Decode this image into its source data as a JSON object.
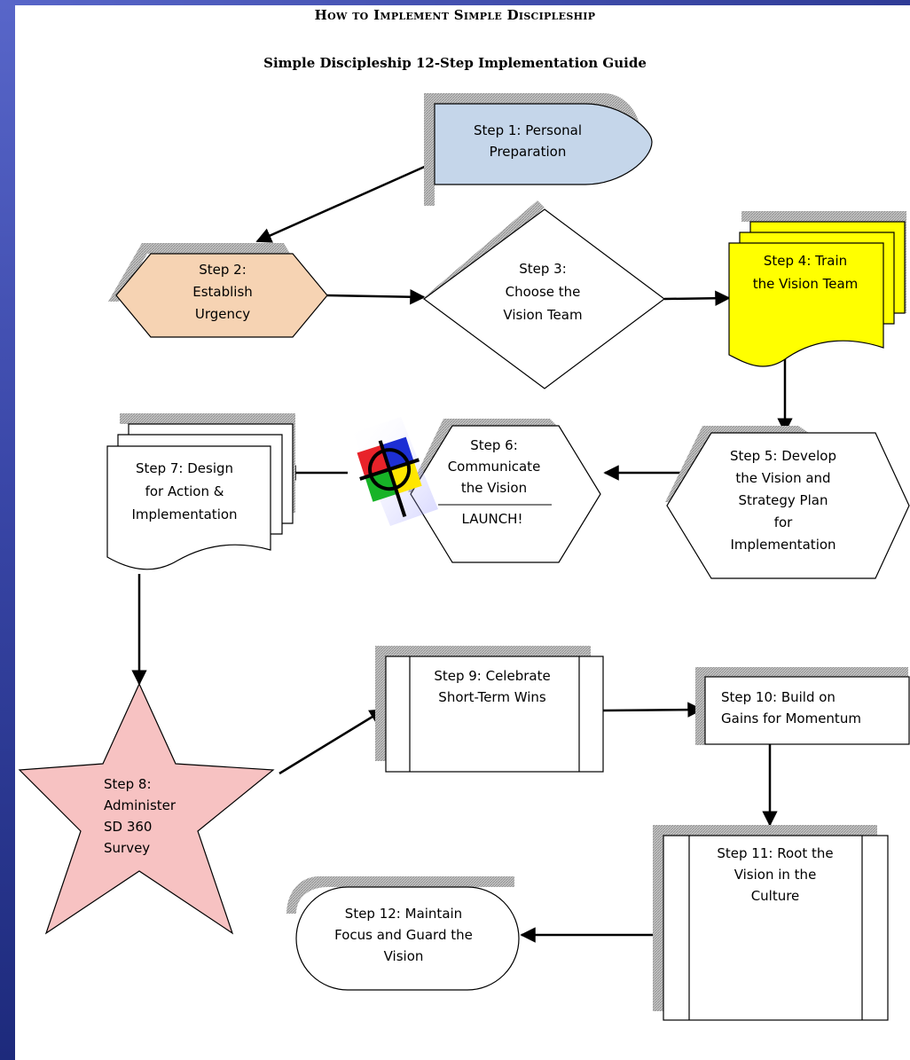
{
  "header": {
    "title": "How to Implement Simple Discipleship",
    "subtitle": "Simple Discipleship 12-Step Implementation Guide"
  },
  "steps": [
    {
      "lines": [
        "Step 1: Personal",
        "Preparation"
      ]
    },
    {
      "lines": [
        "Step 2:",
        "Establish",
        "Urgency"
      ]
    },
    {
      "lines": [
        "Step 3:",
        "Choose the",
        "Vision Team"
      ]
    },
    {
      "lines": [
        "Step 4: Train",
        "the Vision Team"
      ]
    },
    {
      "lines": [
        "Step 5: Develop",
        "the Vision and",
        "Strategy Plan",
        "for",
        "Implementation"
      ]
    },
    {
      "lines": [
        "Step 6:",
        "Communicate",
        "the Vision"
      ],
      "sublabel": "LAUNCH!"
    },
    {
      "lines": [
        "Step 7: Design",
        "for Action &",
        "Implementation"
      ]
    },
    {
      "lines": [
        "Step 8:",
        "Administer",
        "SD 360",
        "Survey"
      ]
    },
    {
      "lines": [
        "Step 9: Celebrate",
        "Short-Term Wins"
      ]
    },
    {
      "lines": [
        "Step 10: Build on",
        "Gains for Momentum"
      ]
    },
    {
      "lines": [
        "Step 11: Root the",
        "Vision in the",
        "Culture"
      ]
    },
    {
      "lines": [
        "Step 12: Maintain",
        "Focus and Guard the",
        "Vision"
      ]
    }
  ],
  "colors": {
    "step1_fill": "#c5d6ea",
    "step2_fill": "#f6d3b3",
    "step4_fill": "#ffff00",
    "step8_fill": "#f7c2c2",
    "shadow": "#b0b0b0",
    "sidebar": "#3a47a8"
  },
  "icons": {
    "launch_icon": "target-crosshair-icon"
  }
}
